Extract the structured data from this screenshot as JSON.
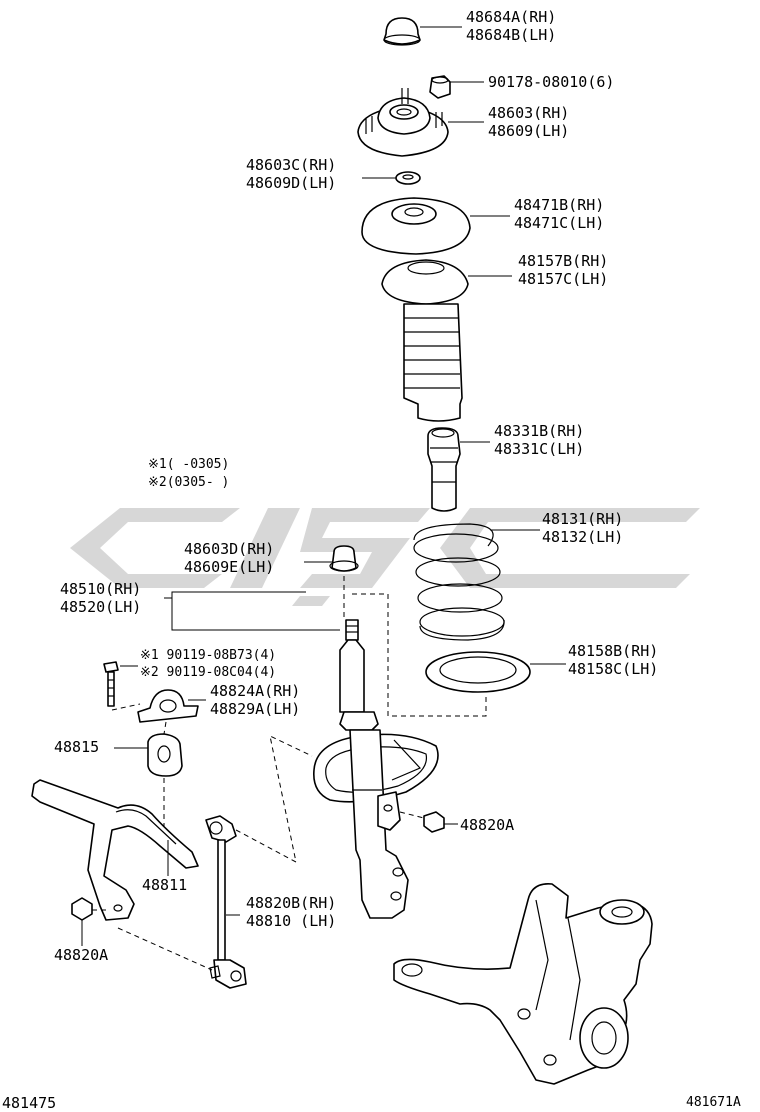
{
  "parts": [
    {
      "id": "p1",
      "lines": [
        "48684A(RH)",
        "48684B(LH)"
      ]
    },
    {
      "id": "p2",
      "lines": [
        "90178-08010(6)"
      ]
    },
    {
      "id": "p3",
      "lines": [
        "48603(RH)",
        "48609(LH)"
      ]
    },
    {
      "id": "p4",
      "lines": [
        "48603C(RH)",
        "48609D(LH)"
      ]
    },
    {
      "id": "p5",
      "lines": [
        "48471B(RH)",
        "48471C(LH)"
      ]
    },
    {
      "id": "p6",
      "lines": [
        "48157B(RH)",
        "48157C(LH)"
      ]
    },
    {
      "id": "p7",
      "lines": [
        "48331B(RH)",
        "48331C(LH)"
      ]
    },
    {
      "id": "p8",
      "lines": [
        "48131(RH)",
        "48132(LH)"
      ]
    },
    {
      "id": "p9",
      "lines": [
        "48603D(RH)",
        "48609E(LH)"
      ]
    },
    {
      "id": "p10",
      "lines": [
        "48510(RH)",
        "48520(LH)"
      ]
    },
    {
      "id": "p11",
      "lines": [
        "48158B(RH)",
        "48158C(LH)"
      ]
    },
    {
      "id": "p12",
      "lines": [
        "※1 90119-08B73(4)",
        "※2 90119-08C04(4)"
      ]
    },
    {
      "id": "p13",
      "lines": [
        "48824A(RH)",
        "48829A(LH)"
      ]
    },
    {
      "id": "p14",
      "lines": [
        "48815"
      ]
    },
    {
      "id": "p15",
      "lines": [
        "48820A"
      ]
    },
    {
      "id": "p16",
      "lines": [
        "48811"
      ]
    },
    {
      "id": "p17",
      "lines": [
        "48820B(RH)",
        "48810  (LH)"
      ]
    },
    {
      "id": "p18",
      "lines": [
        "48820A"
      ]
    }
  ],
  "notes": [
    "※1(      -0305)",
    "※2(0305-      )"
  ],
  "footer": {
    "left": "481475",
    "right": "481671A"
  }
}
